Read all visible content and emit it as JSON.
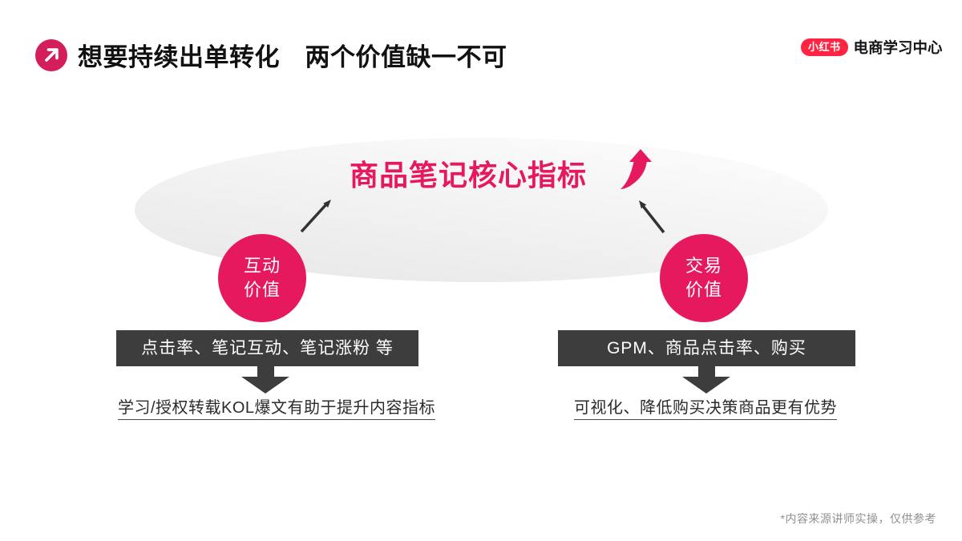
{
  "header": {
    "title": "想要持续出单转化　两个价值缺一不可",
    "logo_badge": "小红书",
    "logo_text": "电商学习中心"
  },
  "diagram": {
    "center_label": "商品笔记核心指标",
    "left": {
      "circle_line1": "互动",
      "circle_line2": "价值",
      "metrics": "点击率、笔记互动、笔记涨粉 等",
      "note": "学习/授权转载KOL爆文有助于提升内容指标"
    },
    "right": {
      "circle_line1": "交易",
      "circle_line2": "价值",
      "metrics": "GPM、商品点击率、购买",
      "note": "可视化、降低购买决策商品更有优势"
    }
  },
  "footer": {
    "note": "*内容来源讲师实操，仅供参考"
  },
  "colors": {
    "accent_pink": "#E6195E",
    "title_icon_pink": "#D41E5B",
    "logo_red": "#FF2442",
    "dark_gray_box": "#3D3D3D",
    "title_black": "#111111",
    "footnote_gray": "#909090"
  }
}
